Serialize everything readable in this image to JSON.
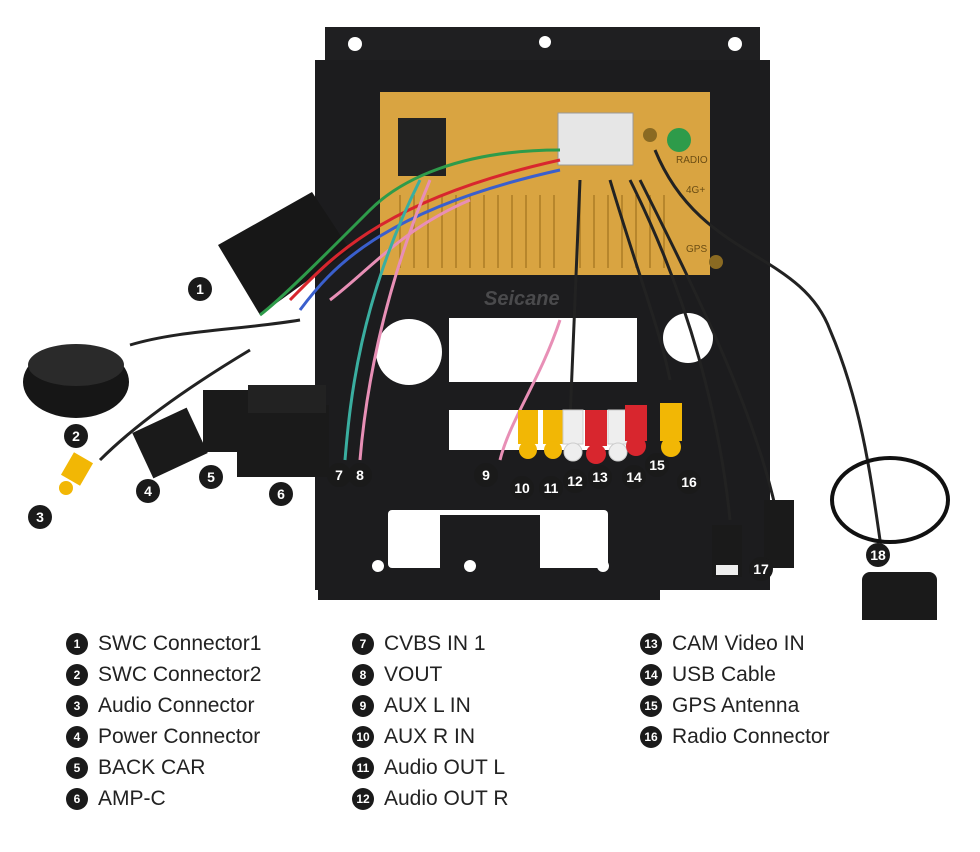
{
  "brand_watermark": "Seicane",
  "panel_labels": {
    "radio": "RADIO",
    "lte": "4G+",
    "gps": "GPS"
  },
  "markers": [
    "1",
    "2",
    "3",
    "4",
    "5",
    "6",
    "7",
    "8",
    "9",
    "10",
    "11",
    "12",
    "13",
    "14",
    "15",
    "16",
    "17",
    "18"
  ],
  "legend": {
    "col1": [
      {
        "num": "1",
        "label": "SWC Connector1"
      },
      {
        "num": "2",
        "label": "SWC Connector2"
      },
      {
        "num": "3",
        "label": "Audio Connector"
      },
      {
        "num": "4",
        "label": "Power Connector"
      },
      {
        "num": "5",
        "label": "BACK CAR"
      },
      {
        "num": "6",
        "label": "AMP-C"
      }
    ],
    "col2": [
      {
        "num": "7",
        "label": "CVBS IN 1"
      },
      {
        "num": "8",
        "label": "VOUT"
      },
      {
        "num": "9",
        "label": "AUX L IN"
      },
      {
        "num": "10",
        "label": "AUX R IN"
      },
      {
        "num": "11",
        "label": "Audio OUT L"
      },
      {
        "num": "12",
        "label": "Audio OUT R"
      }
    ],
    "col3": [
      {
        "num": "13",
        "label": "CAM Video IN"
      },
      {
        "num": "14",
        "label": "USB Cable"
      },
      {
        "num": "15",
        "label": "GPS Antenna"
      },
      {
        "num": "16",
        "label": "Radio Connector"
      }
    ]
  },
  "colors": {
    "frame": "#1c1c1e",
    "gold_panel": "#d9a441",
    "rca_yellow": "#f2b705",
    "rca_red": "#d8262e",
    "rca_white": "#eeeeee",
    "green_jack": "#2e9b4a"
  }
}
